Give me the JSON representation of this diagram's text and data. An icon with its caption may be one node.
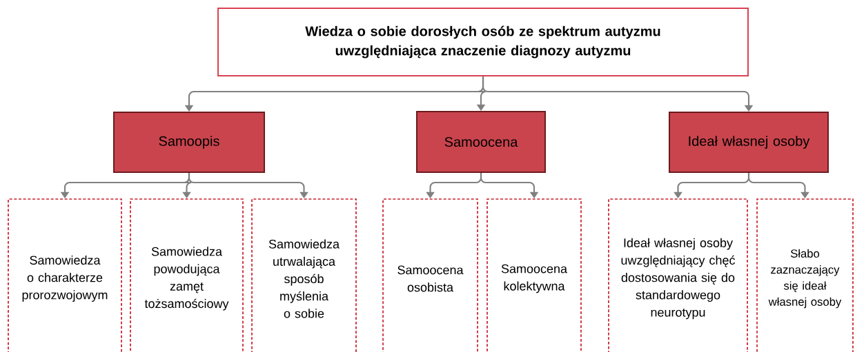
{
  "diagram": {
    "nodes": [
      {
        "text": [
          "Wiedza o sobie dorosłych osób ze spektrum autyzmu uwzględniająca znaczenie diagnozy autyzmu"
        ]
      },
      {
        "text": [
          "Samoopis"
        ]
      },
      {
        "text": [
          "Samoocena"
        ]
      },
      {
        "text": [
          "Ideał własnej osoby"
        ]
      },
      {
        "text": [
          "Samowiedza o charakterze prorozwojowym"
        ]
      },
      {
        "text": [
          "Samowiedza powodująca zamęt tożsamościowy"
        ]
      },
      {
        "text": [
          "Samowiedza utrwalająca sposób myślenia o sobie"
        ]
      },
      {
        "text": [
          "Samoocena osobista"
        ]
      },
      {
        "text": [
          "Samoocena kolektywna"
        ]
      },
      {
        "text": [
          "Ideał własnej osoby uwzględniający chęć dostosowania się do standardowego neurotypu"
        ]
      },
      {
        "text": [
          "Słabo zaznaczający się ideał własnej osoby"
        ]
      }
    ],
    "edges": [
      {
        "from": 0,
        "to": 1,
        "arrow": "to"
      },
      {
        "from": 0,
        "to": 2,
        "arrow": "to"
      },
      {
        "from": 0,
        "to": 3,
        "arrow": "to"
      },
      {
        "from": 1,
        "to": 4,
        "arrow": "to"
      },
      {
        "from": 1,
        "to": 5,
        "arrow": "to"
      },
      {
        "from": 1,
        "to": 6,
        "arrow": "to"
      },
      {
        "from": 2,
        "to": 7,
        "arrow": "to"
      },
      {
        "from": 2,
        "to": 8,
        "arrow": "to"
      },
      {
        "from": 3,
        "to": 9,
        "arrow": "to"
      },
      {
        "from": 3,
        "to": 10,
        "arrow": "to"
      }
    ]
  }
}
